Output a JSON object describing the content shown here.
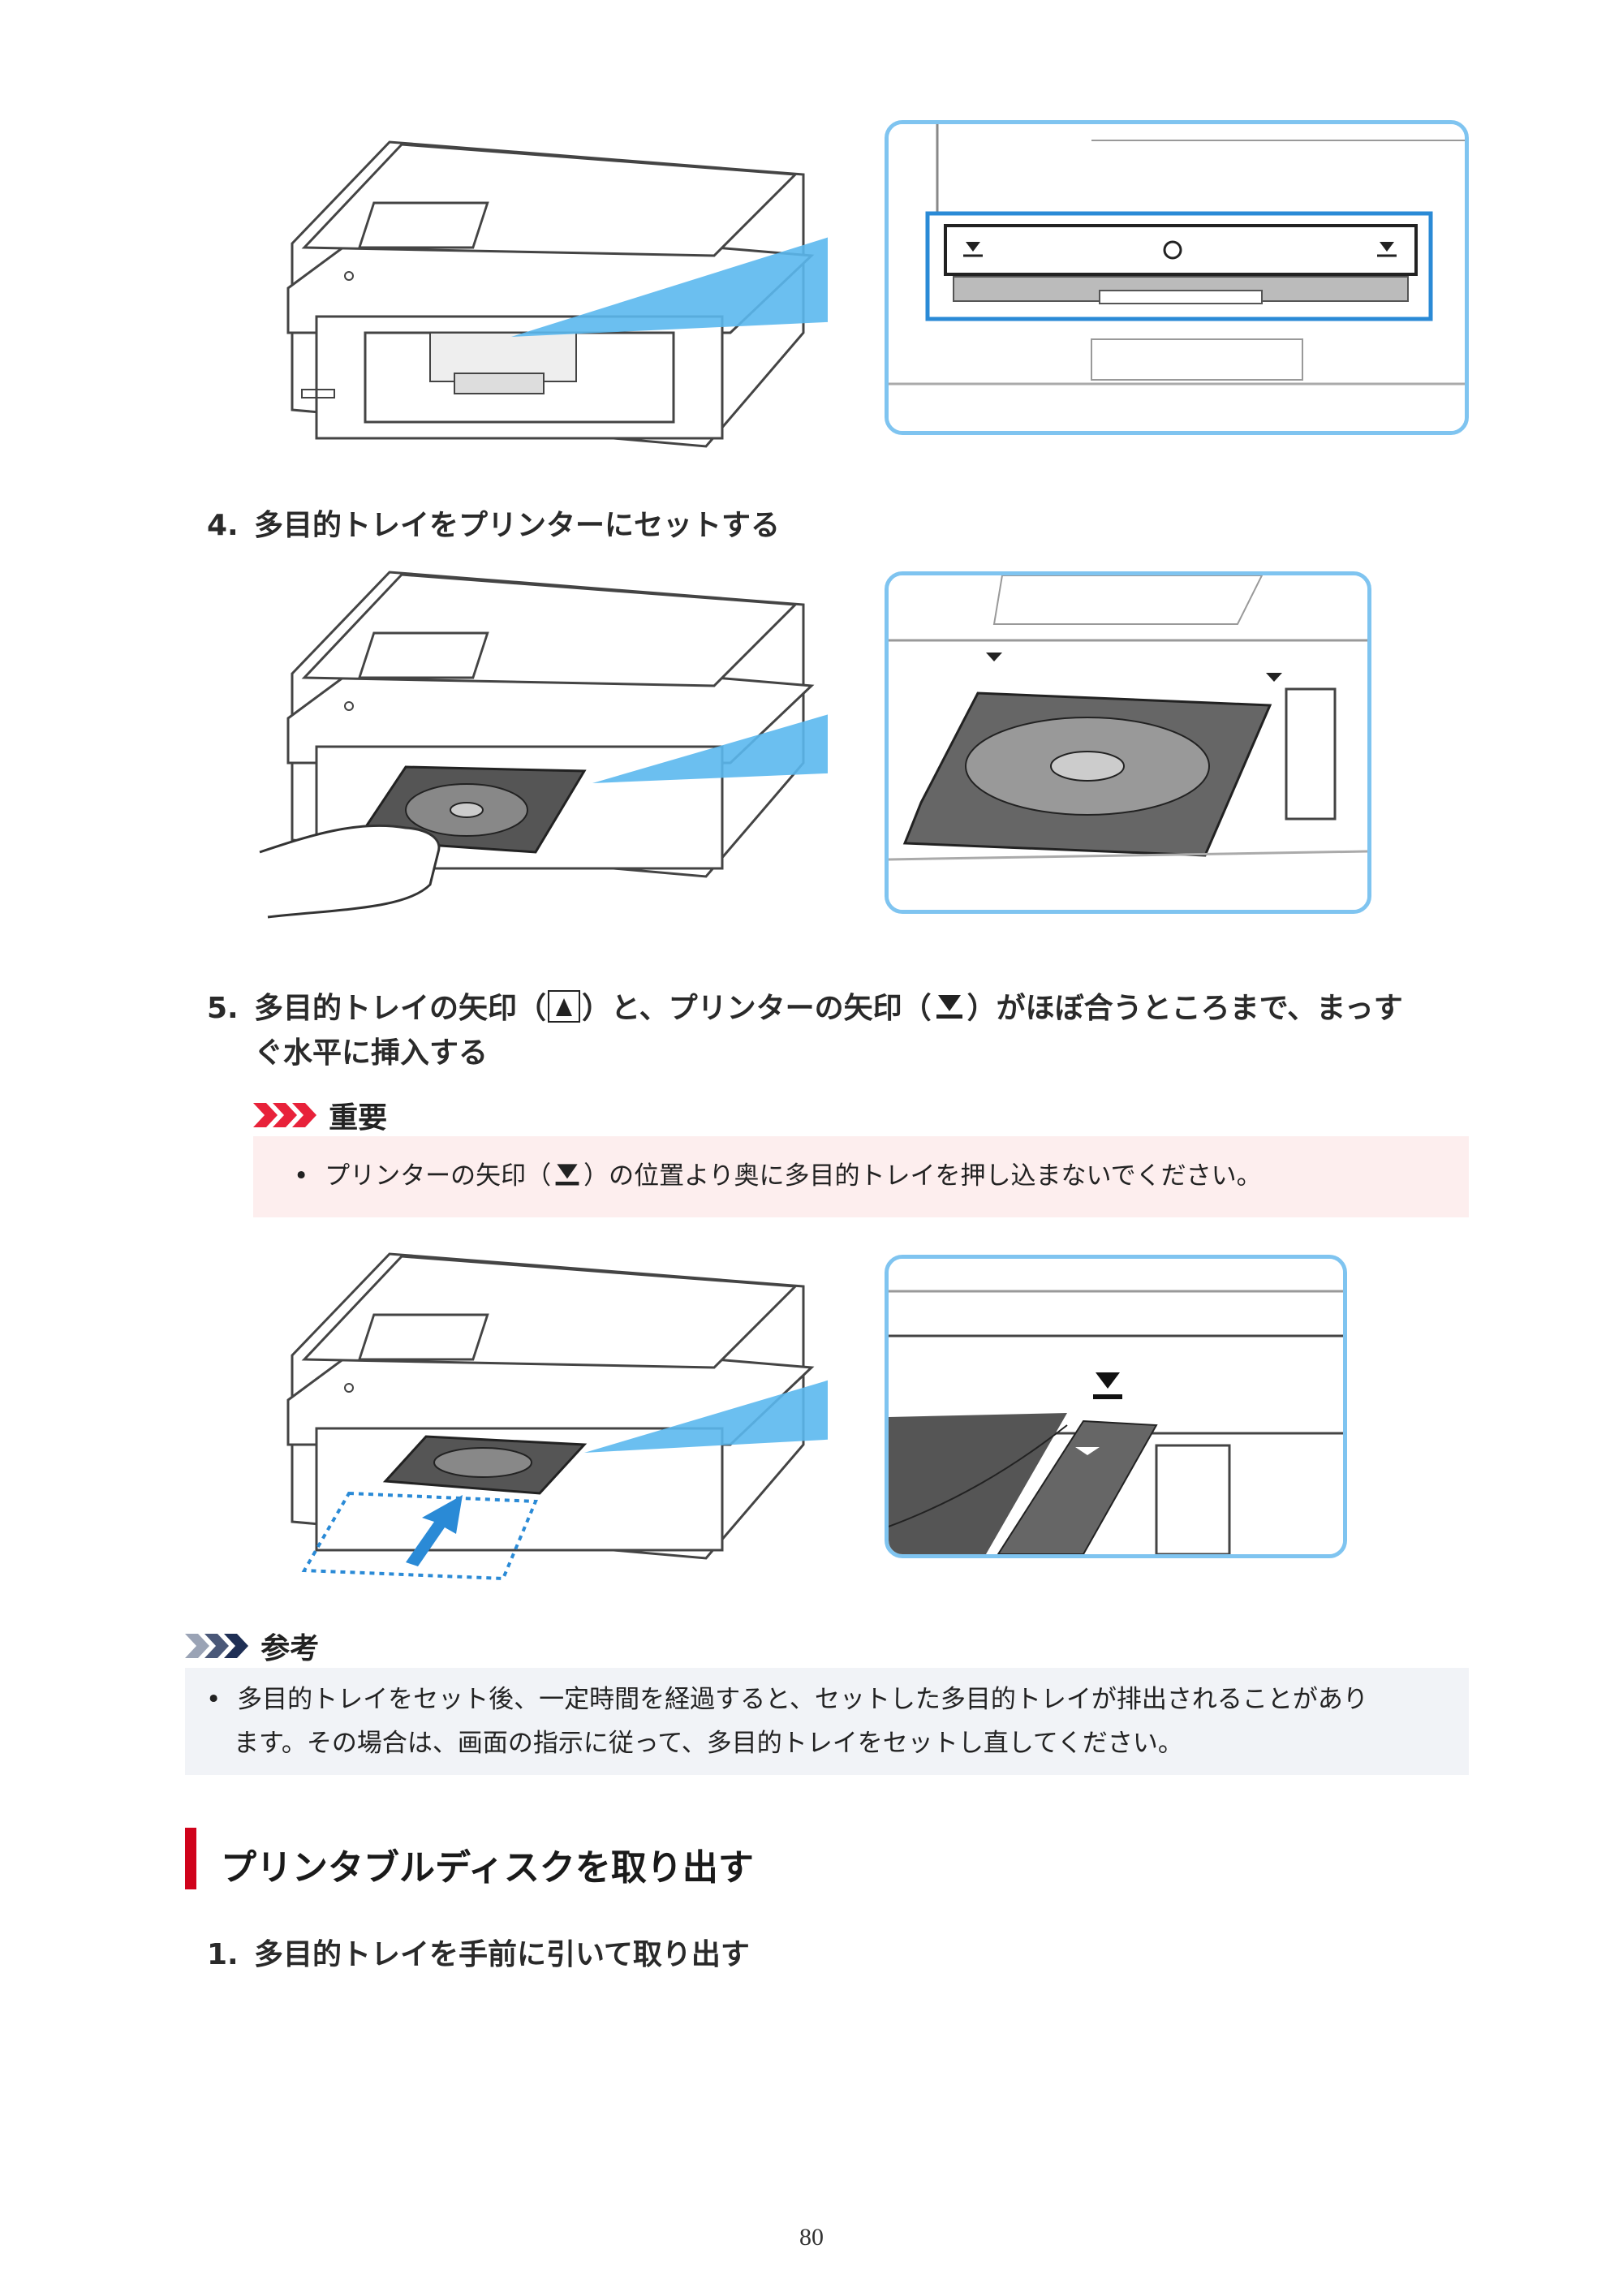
{
  "steps": [
    {
      "number": "4.",
      "text": "多目的トレイをプリンターにセットする"
    },
    {
      "number": "5.",
      "text_part1": "多目的トレイの矢印（",
      "text_part2": "）と、プリンターの矢印（",
      "text_part3": "）がほぼ合うところまで、まっす",
      "text_line2": "ぐ水平に挿入する"
    },
    {
      "number": "1.",
      "text": "多目的トレイを手前に引いて取り出す"
    }
  ],
  "important": {
    "label": "重要",
    "item_part1": "プリンターの矢印（",
    "item_part2": "）の位置より奥に多目的トレイを押し込まないでください。"
  },
  "note": {
    "label": "参考",
    "line1": "多目的トレイをセット後、一定時間を経過すると、セットした多目的トレイが排出されることがあり",
    "line2": "ます。その場合は、画面の指示に従って、多目的トレイをセットし直してください。"
  },
  "section": {
    "title": "プリンタブルディスクを取り出す"
  },
  "page_number": "80",
  "colors": {
    "callout_border": "#7fc4f0",
    "accent_red": "#d0021b",
    "important_bg": "#fdeeee",
    "note_bg": "#f1f3f7",
    "ray": "#5bb8ee"
  }
}
